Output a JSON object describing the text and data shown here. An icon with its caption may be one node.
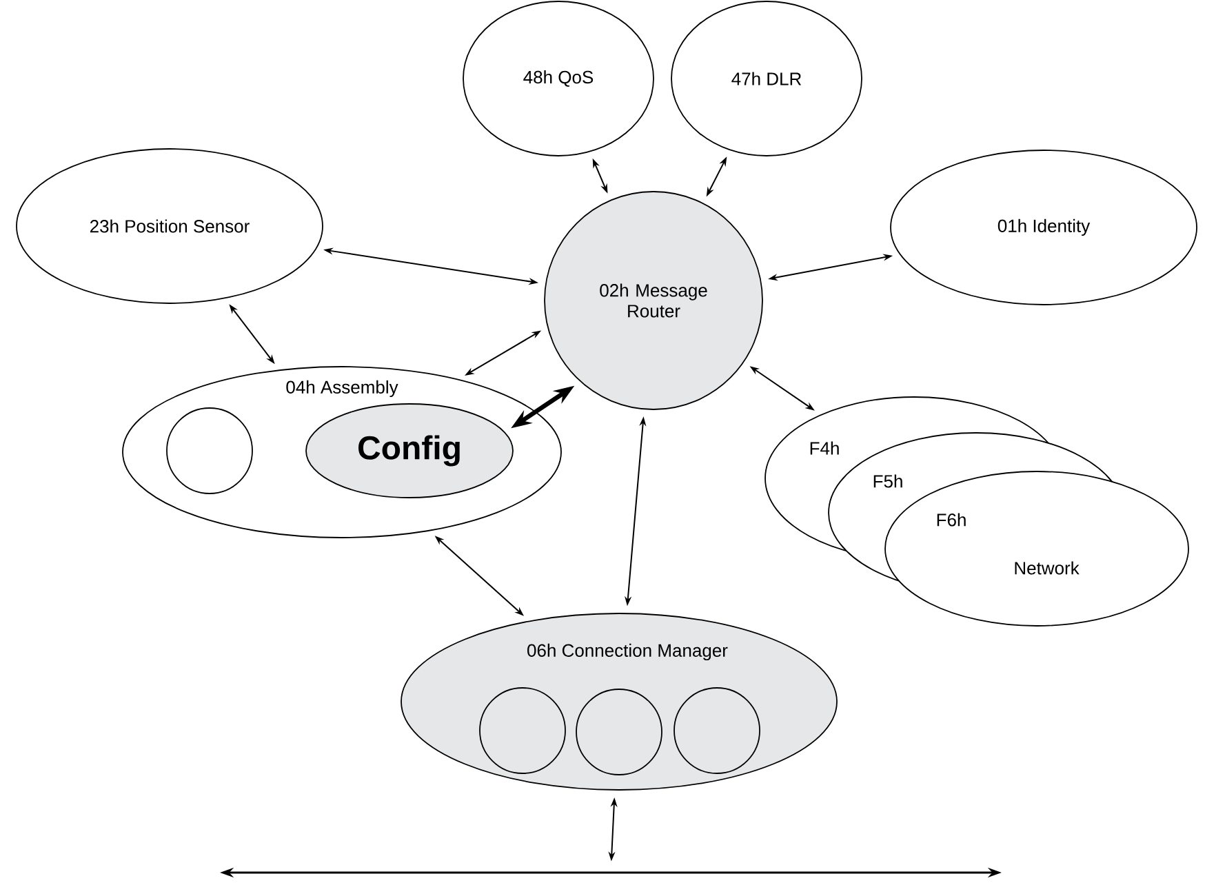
{
  "diagram": {
    "nodes": [
      {
        "text": [
          "48h QoS"
        ]
      },
      {
        "text": [
          "47h DLR"
        ]
      },
      {
        "text": [
          "23h Position Sensor"
        ]
      },
      {
        "text": [
          "02h Message Router"
        ]
      },
      {
        "text": [
          "01h Identity"
        ]
      },
      {
        "text": [
          "04h Assembly"
        ]
      },
      {
        "text": [],
        "shape": "circle",
        "in": 5
      },
      {
        "text": [
          "Config"
        ],
        "in": 5
      },
      {
        "text": [
          "F4h"
        ]
      },
      {
        "text": [
          "F5h"
        ]
      },
      {
        "text": [
          "F6h",
          "Network"
        ]
      },
      {
        "text": [
          "06h Connection Manager"
        ]
      },
      {
        "text": [],
        "shape": "circle",
        "in": 11
      },
      {
        "text": [],
        "shape": "circle",
        "in": 11
      },
      {
        "text": [],
        "shape": "circle",
        "in": 11
      },
      {
        "text": [],
        "shape": "bar"
      }
    ],
    "edges": [
      {
        "from": 3,
        "to": 0,
        "arrow": "both"
      },
      {
        "from": 3,
        "to": 1,
        "arrow": "both"
      },
      {
        "from": 3,
        "to": 2,
        "arrow": "both"
      },
      {
        "from": 3,
        "to": 4,
        "arrow": "both"
      },
      {
        "from": 3,
        "to": 5,
        "arrow": "both"
      },
      {
        "from": 3,
        "to": 7,
        "arrow": "both",
        "style": "thick"
      },
      {
        "from": 3,
        "to": 8,
        "arrow": "both"
      },
      {
        "from": 3,
        "to": 11,
        "arrow": "both"
      },
      {
        "from": 2,
        "to": 5,
        "arrow": "both"
      },
      {
        "from": 5,
        "to": 11,
        "arrow": "both"
      },
      {
        "from": 11,
        "to": 15,
        "arrow": "both"
      }
    ]
  }
}
